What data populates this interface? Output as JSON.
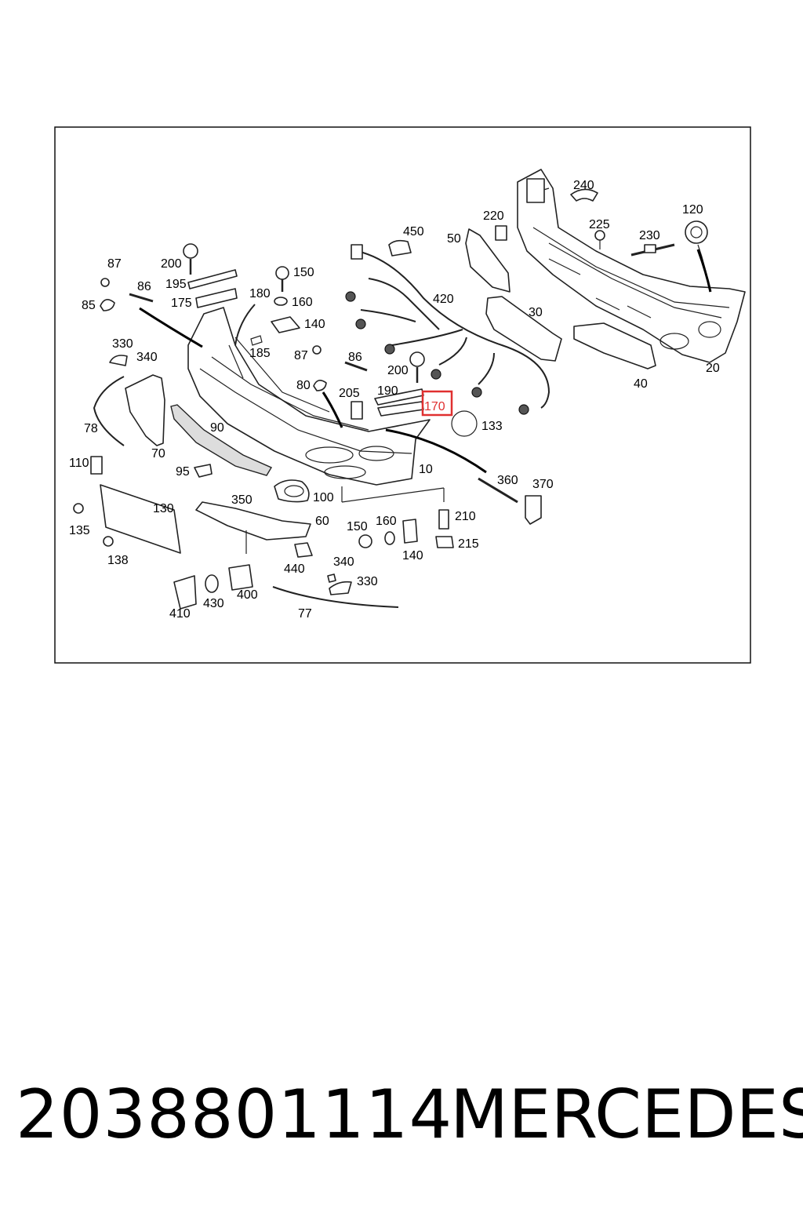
{
  "diagram": {
    "highlight_color": "#e03030",
    "highlighted_callout": "170",
    "callouts": {
      "c240": "240",
      "c220": "220",
      "c225": "225",
      "c120": "120",
      "c230": "230",
      "c450": "450",
      "c50": "50",
      "c200a": "200",
      "c87a": "87",
      "c150a": "150",
      "c195": "195",
      "c86a": "86",
      "c180": "180",
      "c160a": "160",
      "c85": "85",
      "c175": "175",
      "c420": "420",
      "c140a": "140",
      "c30": "30",
      "c185": "185",
      "c330a": "330",
      "c340a": "340",
      "c87b": "87",
      "c86b": "86",
      "c200b": "200",
      "c20": "20",
      "c40": "40",
      "c80": "80",
      "c205": "205",
      "c190": "190",
      "c170": "170",
      "c78": "78",
      "c90": "90",
      "c133": "133",
      "c70": "70",
      "c110": "110",
      "c95": "95",
      "c10": "10",
      "c360": "360",
      "c370": "370",
      "c130": "130",
      "c350": "350",
      "c100": "100",
      "c60": "60",
      "c135": "135",
      "c150b": "150",
      "c160b": "160",
      "c210": "210",
      "c215": "215",
      "c140b": "140",
      "c138": "138",
      "c440": "440",
      "c340b": "340",
      "c330b": "330",
      "c410": "410",
      "c430": "430",
      "c400": "400",
      "c77": "77"
    }
  },
  "footer": {
    "part_number": "2038801114",
    "brand": "MERCEDES"
  }
}
